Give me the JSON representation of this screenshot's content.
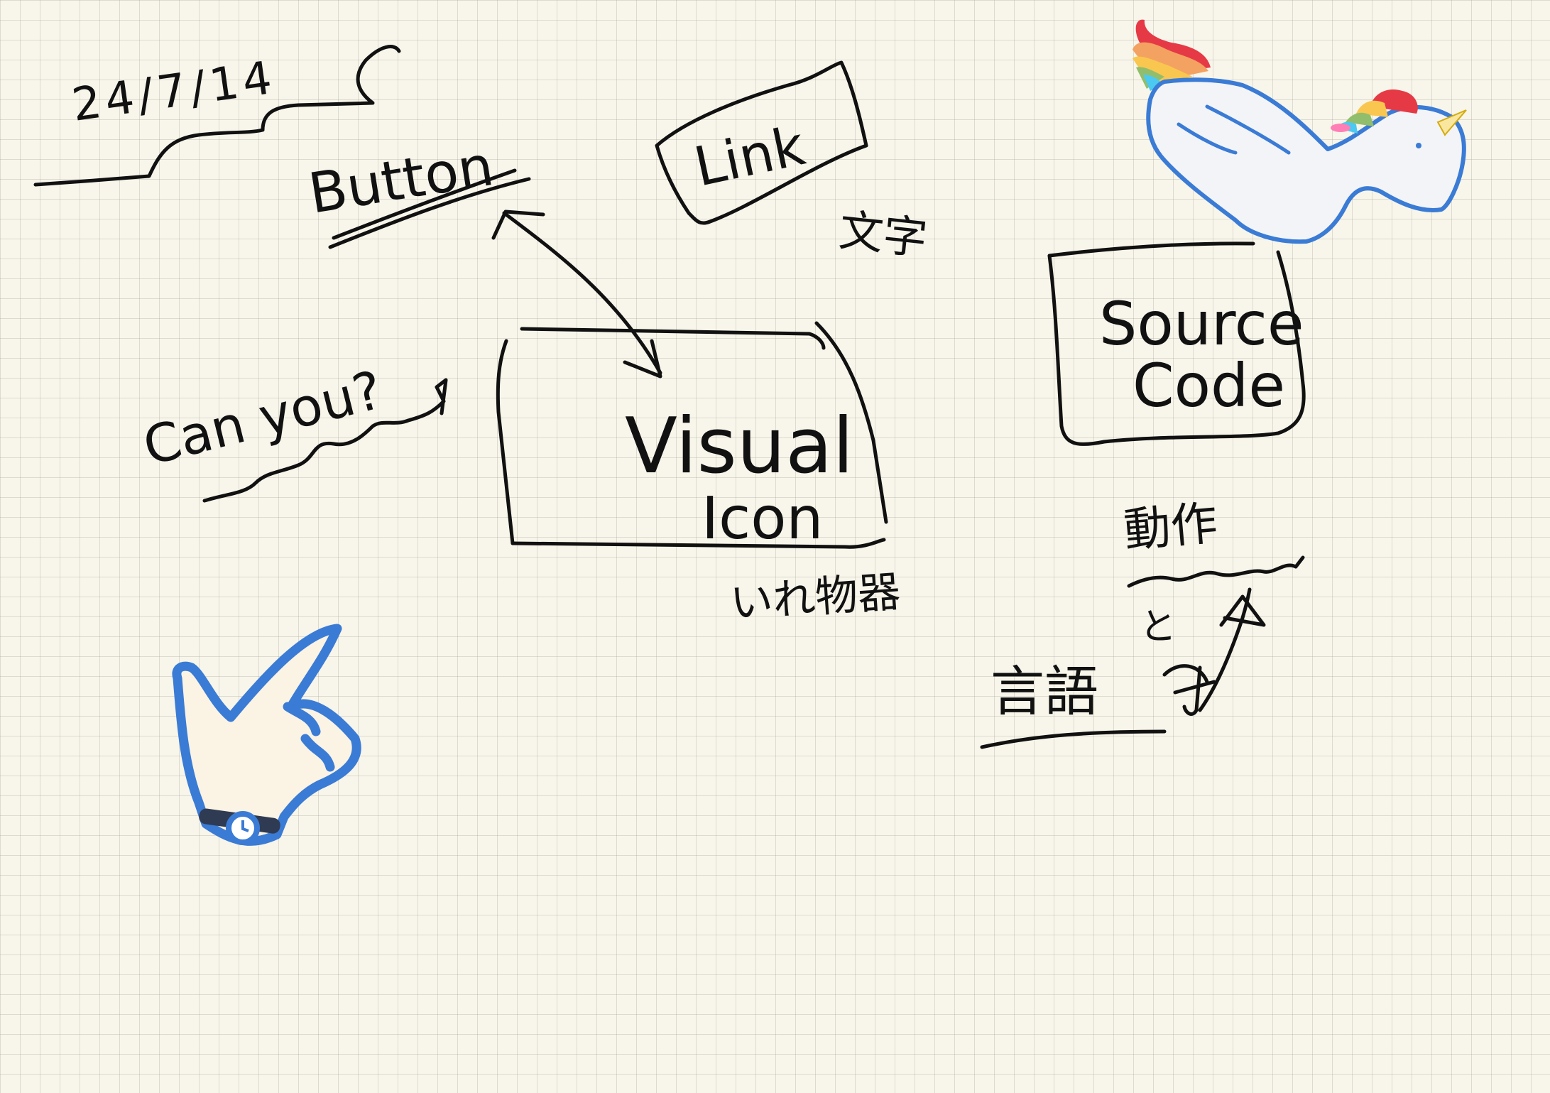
{
  "note": {
    "date": "24/7/14",
    "button_label": "Button",
    "link_label": "Link",
    "link_annotation": "文字",
    "question": "Can you?",
    "visual_box": {
      "line1": "Visual",
      "line2": "Icon"
    },
    "visual_annotation": "いれ物器",
    "source_box": {
      "line1": "Source",
      "line2": "Code"
    },
    "action_label": "動作",
    "connector": "と",
    "language_label": "言語"
  },
  "colors": {
    "paper": "#f8f5ea",
    "grid": "#d6d3c8",
    "ink": "#111111",
    "accent_blue": "#3a7bd5"
  },
  "icons": {
    "hand": "pointing-hand-icon",
    "unicorn": "unicorn-icon"
  }
}
